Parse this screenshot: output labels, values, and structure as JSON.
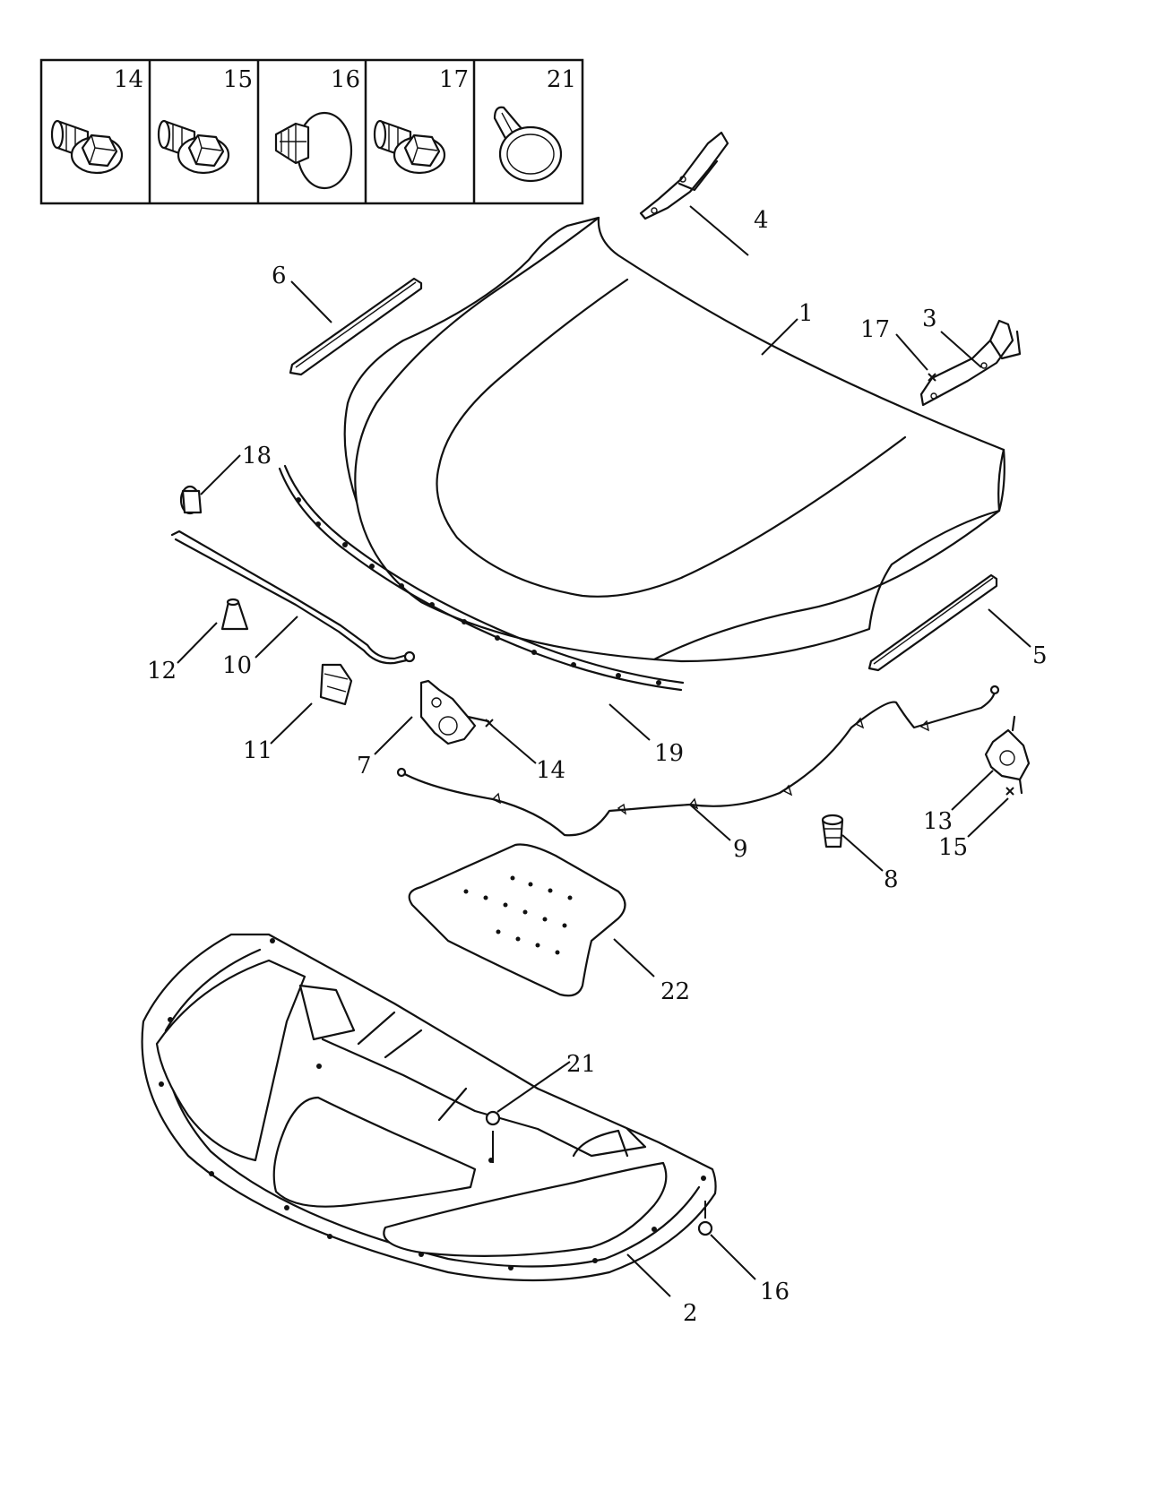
{
  "legend": {
    "cells": [
      {
        "number": "14",
        "icon": "flange-bolt-icon"
      },
      {
        "number": "15",
        "icon": "flange-bolt-icon"
      },
      {
        "number": "16",
        "icon": "push-clip-icon"
      },
      {
        "number": "17",
        "icon": "flange-bolt-icon"
      },
      {
        "number": "21",
        "icon": "retainer-clip-icon"
      }
    ]
  },
  "callouts": {
    "c1": "1",
    "c2": "2",
    "c3": "3",
    "c4": "4",
    "c5": "5",
    "c6": "6",
    "c7": "7",
    "c8": "8",
    "c9": "9",
    "c10": "10",
    "c11": "11",
    "c12": "12",
    "c13": "13",
    "c14": "14",
    "c15": "15",
    "c16": "16",
    "c17": "17",
    "c18": "18",
    "c19": "19",
    "c21": "21",
    "c22": "22"
  }
}
